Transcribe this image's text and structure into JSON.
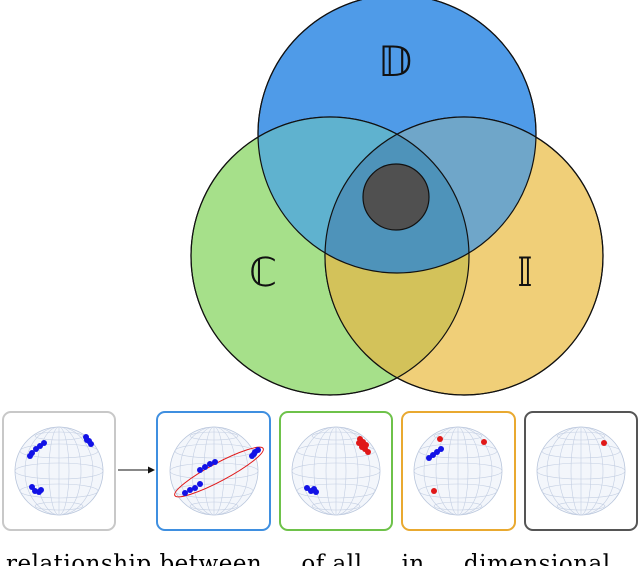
{
  "venn": {
    "labels": {
      "top": "𝔻",
      "left": "ℂ",
      "right": "𝕀"
    },
    "colors": {
      "top": "#4f9be8",
      "left": "#8fd46c",
      "right": "#ecbf55",
      "core": "#505050"
    }
  },
  "panels": [
    {
      "name": "input",
      "border": "#c8c8c8",
      "points": "blue"
    },
    {
      "name": "blue",
      "border": "#3f8fe0",
      "points": "blue-ellipse"
    },
    {
      "name": "green",
      "border": "#6ec24a",
      "points": "blue-red"
    },
    {
      "name": "orange",
      "border": "#e9a930",
      "points": "blue-red-sparse"
    },
    {
      "name": "dark",
      "border": "#555555",
      "points": "red-single"
    }
  ],
  "colors": {
    "point_blue": "#1212e6",
    "point_red": "#e01818",
    "globe_line": "#b9c6dc"
  },
  "caption_fragment": "relationship between … of all … in … dimensional"
}
